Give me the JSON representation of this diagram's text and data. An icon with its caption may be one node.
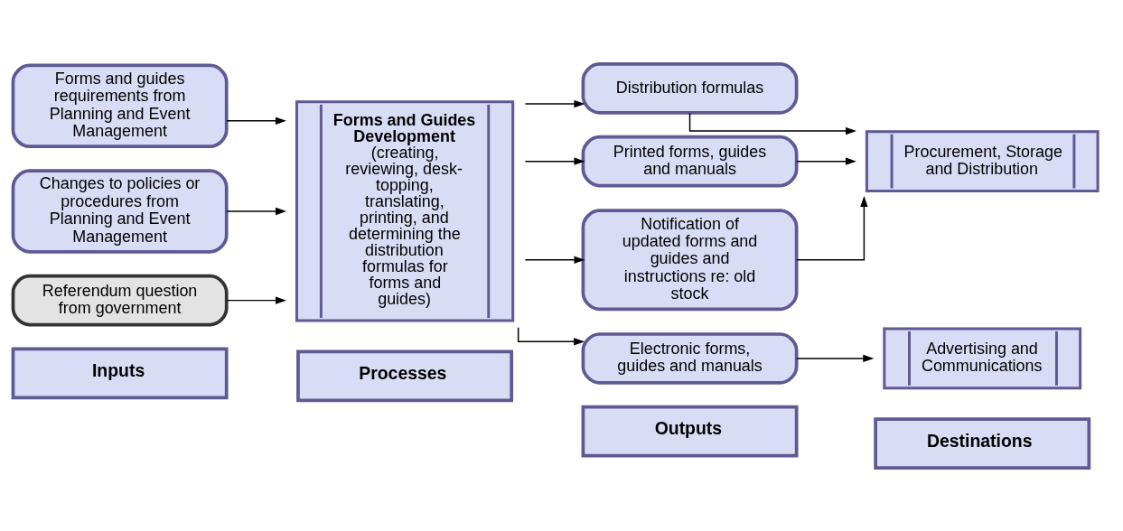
{
  "diagram": {
    "nodes": [
      {
        "text": [
          "Inputs"
        ]
      },
      {
        "text": [
          "Processes"
        ]
      },
      {
        "text": [
          "Outputs"
        ]
      },
      {
        "text": [
          "Destinations"
        ]
      },
      {
        "text": [
          "Forms and guides requirements from Planning and Event Management"
        ]
      },
      {
        "text": [
          "Changes to policies or procedures from Planning and Event Management"
        ]
      },
      {
        "text": [
          "Referendum question from government"
        ]
      },
      {
        "text": [
          "Forms and Guides Development",
          "(creating, reviewing, desk-topping, translating, printing, and determining the distribution formulas for forms and guides)"
        ]
      },
      {
        "text": [
          "Distribution formulas"
        ]
      },
      {
        "text": [
          "Printed forms, guides and manuals"
        ]
      },
      {
        "text": [
          "Notification of updated forms and guides and instructions re: old stock"
        ]
      },
      {
        "text": [
          "Electronic forms, guides and manuals"
        ]
      },
      {
        "text": [
          "Procurement, Storage and Distribution"
        ]
      },
      {
        "text": [
          "Advertising and Communications"
        ]
      }
    ],
    "edges": [
      {
        "from": 4,
        "to": 7,
        "arrow": "to"
      },
      {
        "from": 5,
        "to": 7,
        "arrow": "to"
      },
      {
        "from": 6,
        "to": 7,
        "arrow": "to"
      },
      {
        "from": 7,
        "to": 8,
        "arrow": "to"
      },
      {
        "from": 7,
        "to": 9,
        "arrow": "to"
      },
      {
        "from": 7,
        "to": 10,
        "arrow": "to"
      },
      {
        "from": 7,
        "to": 11,
        "arrow": "to"
      },
      {
        "from": 8,
        "to": 12,
        "arrow": "to"
      },
      {
        "from": 9,
        "to": 12,
        "arrow": "to"
      },
      {
        "from": 10,
        "to": 12,
        "arrow": "to"
      },
      {
        "from": 11,
        "to": 13,
        "arrow": "to"
      }
    ]
  }
}
